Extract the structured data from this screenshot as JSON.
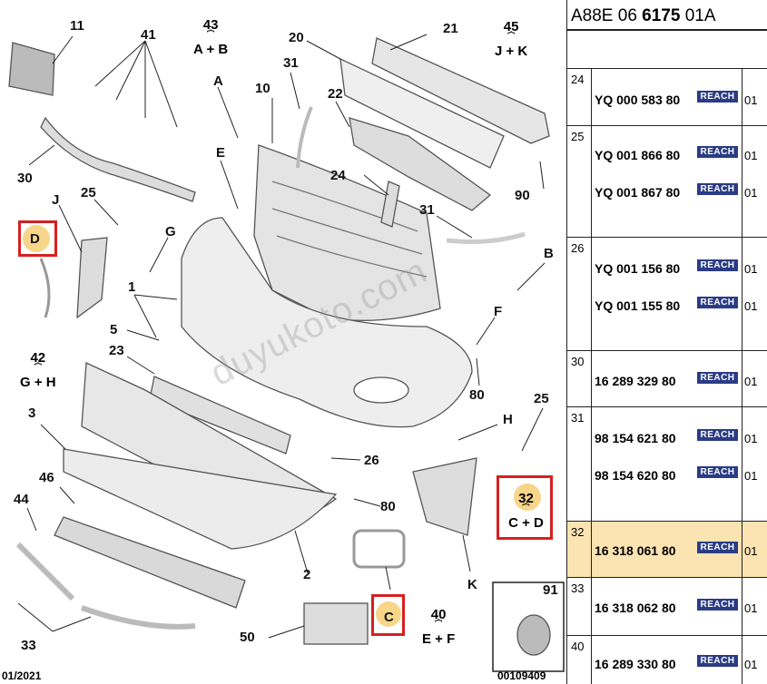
{
  "doc_code": {
    "prefix": "A88E 06 ",
    "bold": "6175",
    "suffix": " 01A"
  },
  "callouts": {
    "c11": "11",
    "c41": "41",
    "c20": "20",
    "c21": "21",
    "c30": "30",
    "c31a": "31",
    "c10": "10",
    "c22": "22",
    "cA": "A",
    "cE": "E",
    "c24": "24",
    "c31b": "31",
    "c90": "90",
    "cJ": "J",
    "c25a": "25",
    "cG": "G",
    "c1": "1",
    "c5": "5",
    "cB": "B",
    "cF": "F",
    "c80a": "80",
    "c23": "23",
    "c3": "3",
    "cH": "H",
    "c25b": "25",
    "c26": "26",
    "c46": "46",
    "c80b": "80",
    "c44": "44",
    "c2": "2",
    "cK": "K",
    "c33": "33",
    "c50": "50",
    "c91": "91"
  },
  "groups": {
    "g43": {
      "num": "43",
      "text": "A + B"
    },
    "g45": {
      "num": "45",
      "text": "J + K"
    },
    "g42": {
      "num": "42",
      "text": "G + H"
    },
    "g40": {
      "num": "40",
      "text": "E + F"
    },
    "g32": {
      "num": "32",
      "text": "C + D"
    }
  },
  "highlighted": {
    "D": "D",
    "C": "C"
  },
  "brace": "⏞",
  "watermark": "duyukoto.com",
  "footer_left": "01/2021",
  "footer_right": "00109409",
  "highlight_color": "#d62020",
  "badge_color": "#2b3c86",
  "row_highlight_color": "#fbe3b2",
  "table": {
    "reach_label": "REACH",
    "rows": [
      {
        "num": "24",
        "parts": [
          "YQ 000 583 80"
        ],
        "qty": "01",
        "highlight": false
      },
      {
        "num": "25",
        "parts": [
          "YQ 001 866 80",
          "YQ 001 867 80"
        ],
        "qty": "01",
        "highlight": false
      },
      {
        "num": "26",
        "parts": [
          "YQ 001 156 80",
          "YQ 001 155 80"
        ],
        "qty": "01",
        "highlight": false
      },
      {
        "num": "30",
        "parts": [
          "16 289 329 80"
        ],
        "qty": "01",
        "highlight": false
      },
      {
        "num": "31",
        "parts": [
          "98 154 621 80",
          "98 154 620 80"
        ],
        "qty": "01",
        "highlight": false
      },
      {
        "num": "32",
        "parts": [
          "16 318 061 80"
        ],
        "qty": "01",
        "highlight": true
      },
      {
        "num": "33",
        "parts": [
          "16 318 062 80"
        ],
        "qty": "01",
        "highlight": false
      },
      {
        "num": "40",
        "parts": [
          "16 289 330 80"
        ],
        "qty": "01",
        "highlight": false
      }
    ]
  }
}
